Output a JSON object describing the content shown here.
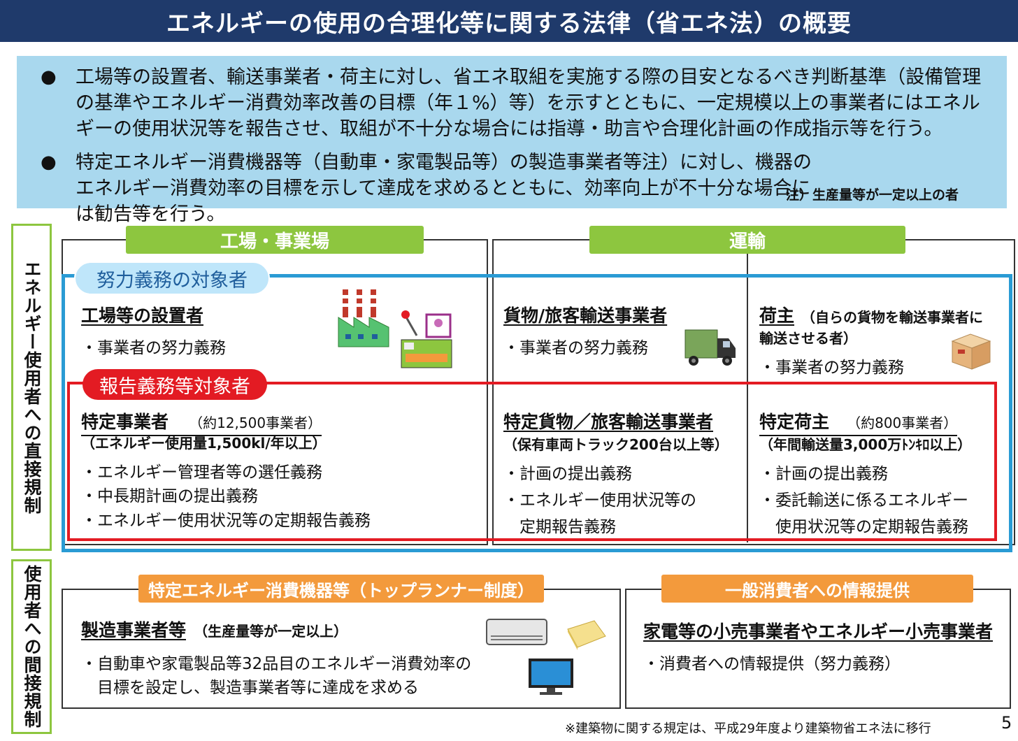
{
  "title": "エネルギーの使用の合理化等に関する法律（省エネ法）の概要",
  "summary": {
    "bullet_char": "●",
    "bullets": [
      "工場等の設置者、輸送事業者・荷主に対し、省エネ取組を実施する際の目安となるべき判断基準（設備管理の基準やエネルギー消費効率改善の目標（年１%）等）を示すとともに、一定規模以上の事業者にはエネルギーの使用状況等を報告させ、取組が不十分な場合には指導・助言や合理化計画の作成指示等を行う。",
      "特定エネルギー消費機器等（自動車・家電製品等）の製造事業者等注）に対し、機器のエネルギー消費効率の目標を示して達成を求めるとともに、効率向上が不十分な場合には勧告等を行う。"
    ],
    "note": "注）生産量等が一定以上の者"
  },
  "direct": {
    "side_label": "エネルギー使用者への直接規制",
    "tab_factory": "工場・事業場",
    "tab_transport": "運輸",
    "effort_pill": "努力義務の対象者",
    "report_pill": "報告義務等対象者",
    "factory_effort": {
      "heading": "工場等の設置者",
      "item": "・事業者の努力義務"
    },
    "carrier_effort": {
      "heading": "貨物/旅客輸送事業者",
      "item": "・事業者の努力義務"
    },
    "shipper_effort": {
      "heading": "荷主",
      "heading_sub1": "（自らの貨物を輸送事業者に",
      "heading_sub2": "輸送させる者）",
      "item": "・事業者の努力義務"
    },
    "factory_report": {
      "heading": "特定事業者",
      "count": "（約12,500事業者）",
      "criteria": "（エネルギー使用量1,500kl/年以上）",
      "items": [
        "・エネルギー管理者等の選任義務",
        "・中長期計画の提出義務",
        "・エネルギー使用状況等の定期報告義務"
      ]
    },
    "carrier_report": {
      "heading": "特定貨物／旅客輸送事業者",
      "criteria": "（保有車両トラック200台以上等）",
      "items": [
        "・計画の提出義務",
        "・エネルギー使用状況等の",
        "　定期報告義務"
      ]
    },
    "shipper_report": {
      "heading": "特定荷主",
      "count": "（約800事業者）",
      "criteria": "（年間輸送量3,000万ﾄﾝｷﾛ以上）",
      "items": [
        "・計画の提出義務",
        "・委託輸送に係るエネルギー",
        "　使用状況等の定期報告義務"
      ]
    }
  },
  "indirect": {
    "side_label": "使用者への間接規制",
    "tab_top_runner": "特定エネルギー消費機器等（トップランナー制度）",
    "tab_info": "一般消費者への情報提供",
    "manufacturer": {
      "heading": "製造事業者等",
      "heading_sub": "（生産量等が一定以上）",
      "items": [
        "・自動車や家電製品等32品目のエネルギー消費効率の",
        "　目標を設定し、製造事業者等に達成を求める"
      ]
    },
    "retailer": {
      "heading": "家電等の小売事業者やエネルギー小売事業者",
      "item": "・消費者への情報提供（努力義務）"
    }
  },
  "footer": {
    "note": "※建築物に関する規定は、平成29年度より建築物省エネ法に移行",
    "page": "5"
  },
  "colors": {
    "title_bg": "#1f3a6b",
    "summary_bg": "#a9d8ee",
    "green": "#8dc63f",
    "orange": "#f39a3c",
    "blue": "#2a9bd4",
    "red": "#e31b23"
  },
  "icons": [
    "factory-icon",
    "machine-icon",
    "truck-icon",
    "cardboard-box-icon",
    "air-conditioner-icon",
    "insulation-icon",
    "tv-icon"
  ]
}
